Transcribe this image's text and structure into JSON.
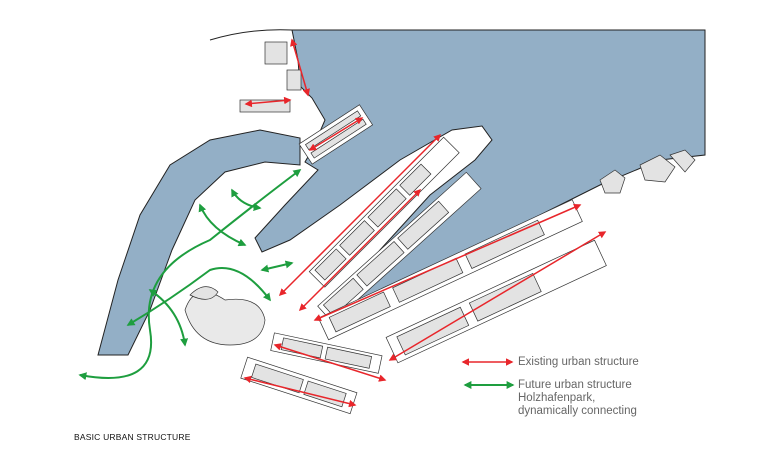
{
  "legend": {
    "existing": "Existing urban structure",
    "future_line1": "Future urban structure",
    "future_line2": "Holzhafenpark,",
    "future_line3": "dynamically connecting"
  },
  "caption": "BASIC URBAN STRUCTURE",
  "colors": {
    "water": "#93afc6",
    "existing": "#e8262b",
    "future": "#1e9e3f",
    "building": "#e3e3e3"
  }
}
